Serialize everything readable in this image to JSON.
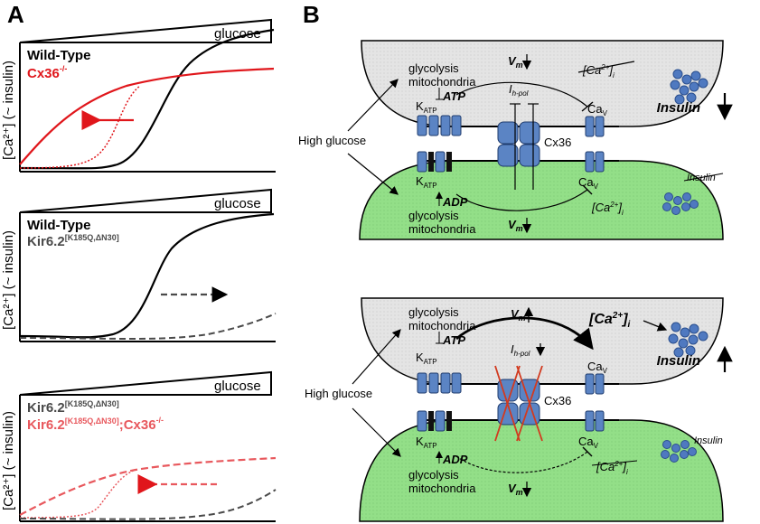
{
  "panel_a": {
    "letter": "A",
    "glucose_label": "glucose",
    "y_axis_label": "[Ca²⁺] (~ insulin)",
    "plot1": {
      "legend_wt": "Wild-Type",
      "legend_cx_base": "Cx36",
      "legend_cx_sup": "-/-"
    },
    "plot2": {
      "legend_wt": "Wild-Type",
      "legend_kir_base": "Kir6.2",
      "legend_kir_sup": "[K185Q,ΔN30]"
    },
    "plot3": {
      "legend_kir_base": "Kir6.2",
      "legend_kir_sup": "[K185Q,ΔN30]",
      "legend_kircx_base": "Kir6.2",
      "legend_kircx_sup": "[K185Q,ΔN30]",
      "legend_kircx_tail": ";Cx36",
      "legend_kircx_tail_sup": "-/-"
    }
  },
  "panel_b": {
    "letter": "B",
    "high_glucose": "High glucose",
    "top": {
      "glycolysis": "glycolysis",
      "mitochondria": "mitochondria",
      "atp": "ATP",
      "vm": "V",
      "vm_sub": "m",
      "ca_i": "[Ca",
      "ca_i_sup": "2+",
      "ca_i_close": "]",
      "ca_i_sub": "i",
      "ih": "I",
      "ih_sub": "h-pol",
      "katp": "K",
      "katp_sub": "ATP",
      "cav": "Ca",
      "cav_sub": "V",
      "cx36": "Cx36",
      "insulin_top": "Insulin",
      "insulin_bottom": "Insulin",
      "adp": "ADP"
    },
    "bottom": {
      "glycolysis": "glycolysis",
      "mitochondria": "mitochondria",
      "atp": "ATP",
      "adp": "ADP",
      "cx36": "Cx36",
      "insulin_top": "Insulin",
      "insulin_bottom": "Insulin"
    }
  },
  "colors": {
    "red": "#e0161b",
    "pink": "#e8585d",
    "grey_dash": "#4a4a4a",
    "cell_grey": "#e6e6e6",
    "cell_green": "#96e08c",
    "channel_blue": "#5b84c4",
    "cross_red": "#d23a1f"
  }
}
